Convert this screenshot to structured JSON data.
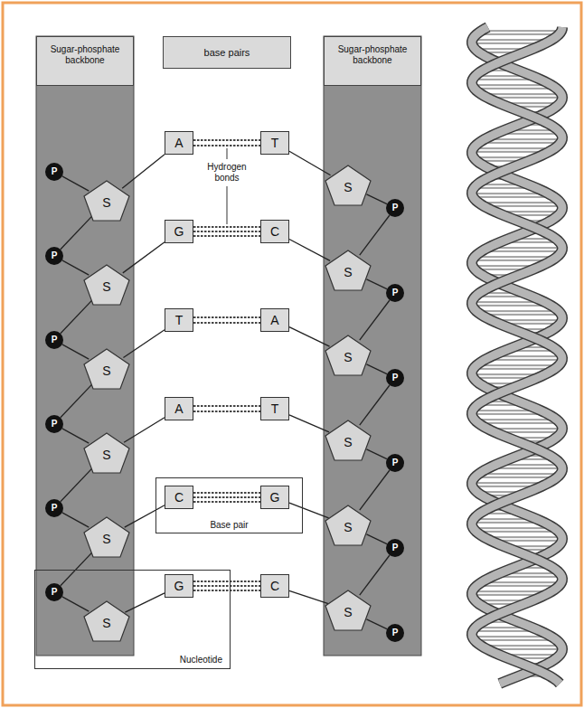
{
  "diagram": {
    "nodes": [
      {
        "text": [
          "Sugar-phosphate backbone"
        ]
      },
      {
        "text": [
          "base pairs"
        ]
      },
      {
        "text": [
          "Sugar-phosphate backbone"
        ]
      },
      {
        "text": [
          "P"
        ],
        "in": 0
      },
      {
        "text": [
          "S"
        ],
        "in": 0
      },
      {
        "text": [
          "A"
        ]
      },
      {
        "text": [
          "T"
        ]
      },
      {
        "text": [
          "S"
        ],
        "in": 2
      },
      {
        "text": [
          "P"
        ],
        "in": 2
      },
      {
        "text": [
          "P"
        ],
        "in": 0
      },
      {
        "text": [
          "S"
        ],
        "in": 0
      },
      {
        "text": [
          "G"
        ]
      },
      {
        "text": [
          "C"
        ]
      },
      {
        "text": [
          "S"
        ],
        "in": 2
      },
      {
        "text": [
          "P"
        ],
        "in": 2
      },
      {
        "text": [
          "P"
        ],
        "in": 0
      },
      {
        "text": [
          "S"
        ],
        "in": 0
      },
      {
        "text": [
          "T"
        ]
      },
      {
        "text": [
          "A"
        ]
      },
      {
        "text": [
          "S"
        ],
        "in": 2
      },
      {
        "text": [
          "P"
        ],
        "in": 2
      },
      {
        "text": [
          "P"
        ],
        "in": 0
      },
      {
        "text": [
          "S"
        ],
        "in": 0
      },
      {
        "text": [
          "A"
        ]
      },
      {
        "text": [
          "T"
        ]
      },
      {
        "text": [
          "S"
        ],
        "in": 2
      },
      {
        "text": [
          "P"
        ],
        "in": 2
      },
      {
        "text": [
          "P"
        ],
        "in": 0
      },
      {
        "text": [
          "S"
        ],
        "in": 0
      },
      {
        "text": [
          "Base pair"
        ]
      },
      {
        "text": [
          "C"
        ],
        "in": 29
      },
      {
        "text": [
          "G"
        ],
        "in": 29
      },
      {
        "text": [
          "S"
        ],
        "in": 2
      },
      {
        "text": [
          "P"
        ],
        "in": 2
      },
      {
        "text": [
          "Nucleotide"
        ]
      },
      {
        "text": [
          "P"
        ],
        "in": 34
      },
      {
        "text": [
          "S"
        ],
        "in": 34
      },
      {
        "text": [
          "G"
        ],
        "in": 34
      },
      {
        "text": [
          "C"
        ]
      },
      {
        "text": [
          "S"
        ],
        "in": 2
      },
      {
        "text": [
          "P"
        ],
        "in": 2
      }
    ],
    "edges": [
      {
        "from": 3,
        "to": 4,
        "arrow": "none"
      },
      {
        "from": 4,
        "to": 5,
        "arrow": "none"
      },
      {
        "from": 5,
        "to": 6,
        "arrow": "none"
      },
      {
        "from": 6,
        "to": 7,
        "arrow": "none"
      },
      {
        "from": 7,
        "to": 8,
        "arrow": "none"
      },
      {
        "from": 4,
        "to": 9,
        "arrow": "none"
      },
      {
        "from": 8,
        "to": 13,
        "arrow": "none"
      },
      {
        "from": 9,
        "to": 10,
        "arrow": "none"
      },
      {
        "from": 10,
        "to": 11,
        "arrow": "none"
      },
      {
        "from": 11,
        "to": 12,
        "arrow": "none"
      },
      {
        "from": 12,
        "to": 13,
        "arrow": "none"
      },
      {
        "from": 13,
        "to": 14,
        "arrow": "none"
      },
      {
        "from": 10,
        "to": 15,
        "arrow": "none"
      },
      {
        "from": 14,
        "to": 19,
        "arrow": "none"
      },
      {
        "from": 15,
        "to": 16,
        "arrow": "none"
      },
      {
        "from": 16,
        "to": 17,
        "arrow": "none"
      },
      {
        "from": 17,
        "to": 18,
        "arrow": "none"
      },
      {
        "from": 18,
        "to": 19,
        "arrow": "none"
      },
      {
        "from": 19,
        "to": 20,
        "arrow": "none"
      },
      {
        "from": 16,
        "to": 21,
        "arrow": "none"
      },
      {
        "from": 20,
        "to": 25,
        "arrow": "none"
      },
      {
        "from": 21,
        "to": 22,
        "arrow": "none"
      },
      {
        "from": 22,
        "to": 23,
        "arrow": "none"
      },
      {
        "from": 23,
        "to": 24,
        "arrow": "none"
      },
      {
        "from": 24,
        "to": 25,
        "arrow": "none"
      },
      {
        "from": 25,
        "to": 26,
        "arrow": "none"
      },
      {
        "from": 22,
        "to": 27,
        "arrow": "none"
      },
      {
        "from": 26,
        "to": 32,
        "arrow": "none"
      },
      {
        "from": 27,
        "to": 28,
        "arrow": "none"
      },
      {
        "from": 28,
        "to": 30,
        "arrow": "none"
      },
      {
        "from": 30,
        "to": 31,
        "arrow": "none"
      },
      {
        "from": 31,
        "to": 32,
        "arrow": "none"
      },
      {
        "from": 32,
        "to": 33,
        "arrow": "none"
      },
      {
        "from": 28,
        "to": 35,
        "arrow": "none"
      },
      {
        "from": 33,
        "to": 39,
        "arrow": "none"
      },
      {
        "from": 35,
        "to": 36,
        "arrow": "none"
      },
      {
        "from": 36,
        "to": 37,
        "arrow": "none"
      },
      {
        "from": 37,
        "to": 38,
        "arrow": "none"
      },
      {
        "from": 38,
        "to": 39,
        "arrow": "none"
      },
      {
        "from": 39,
        "to": 40,
        "arrow": "none"
      }
    ],
    "labels": [
      "Hydrogen bonds"
    ]
  }
}
